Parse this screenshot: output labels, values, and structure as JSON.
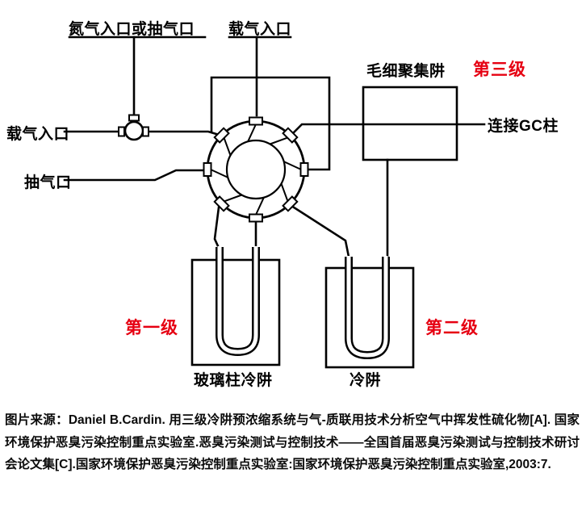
{
  "diagram": {
    "labels": {
      "nitrogen_inlet": "氮气入口或抽气口",
      "carrier_gas_top": "载气入口",
      "carrier_gas_left": "载气入口",
      "vacuum_port": "抽气口",
      "capillary_trap": "毛细聚集阱",
      "stage_three": "第三级",
      "gc_column": "连接GC柱",
      "stage_one": "第一级",
      "stage_two": "第二级",
      "glass_column_trap": "玻璃柱冷阱",
      "cold_trap": "冷阱"
    },
    "colors": {
      "line": "#000000",
      "stage_red": "#e60012"
    }
  },
  "caption": "图片来源：Daniel B.Cardin. 用三级冷阱预浓缩系统与气-质联用技术分析空气中挥发性硫化物[A]. 国家环境保护恶臭污染控制重点实验室.恶臭污染测试与控制技术——全国首届恶臭污染测试与控制技术研讨会论文集[C].国家环境保护恶臭污染控制重点实验室:国家环境保护恶臭污染控制重点实验室,2003:7."
}
